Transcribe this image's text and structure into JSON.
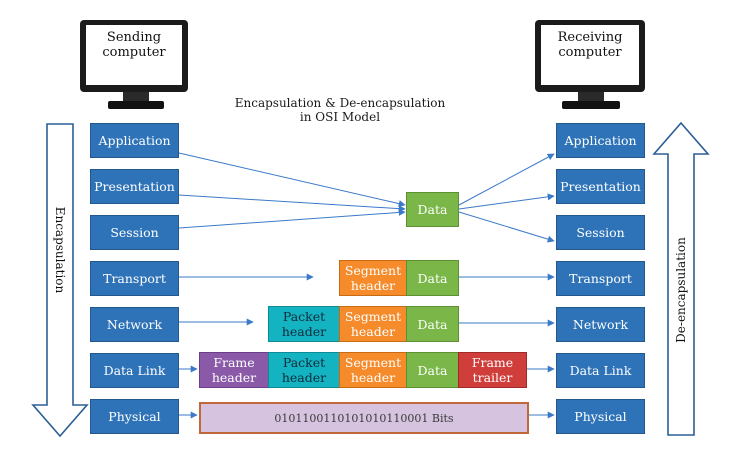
{
  "title": {
    "line1": "Encapsulation & De-encapsulation",
    "line2": "in OSI Model"
  },
  "sending_computer": {
    "line1": "Sending",
    "line2": "computer"
  },
  "receiving_computer": {
    "line1": "Receiving",
    "line2": "computer"
  },
  "left_arrow_label": "Encapsulation",
  "right_arrow_label": "De-encapsulation",
  "layers": [
    "Application",
    "Presentation",
    "Session",
    "Transport",
    "Network",
    "Data Link",
    "Physical"
  ],
  "units": {
    "data": "Data",
    "segment_header": "Segment header",
    "packet_header": "Packet header",
    "frame_header": "Frame header",
    "frame_trailer": "Frame trailer",
    "bits": "0101100110101010110001 Bits"
  },
  "colors": {
    "layer": "#2e73b8",
    "data": "#7ab648",
    "segment": "#f58b2a",
    "packet": "#14b3c2",
    "frame_header": "#8a5aa8",
    "frame_trailer": "#cf3e3a",
    "bits": "#d6c3df",
    "arrow": "#3b7ac8"
  }
}
